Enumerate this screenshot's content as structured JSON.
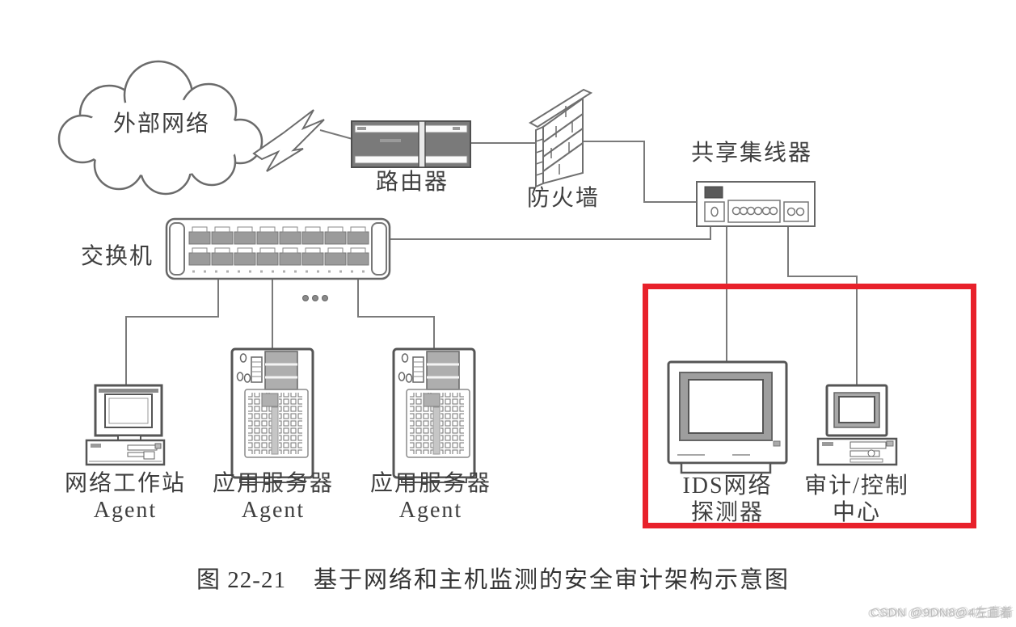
{
  "figure": {
    "caption_label": "图 22-21",
    "caption_text": "基于网络和主机监测的安全审计架构示意图"
  },
  "nodes": {
    "external_network": {
      "label": "外部网络"
    },
    "router": {
      "label": "路由器"
    },
    "firewall": {
      "label": "防火墙"
    },
    "shared_hub": {
      "label": "共享集线器"
    },
    "switch": {
      "label": "交换机"
    },
    "workstation": {
      "line1": "网络工作站",
      "line2": "Agent"
    },
    "app_server_1": {
      "line1": "应用服务器",
      "line2": "Agent"
    },
    "app_server_2": {
      "line1": "应用服务器",
      "line2": "Agent"
    },
    "ids_sensor": {
      "line1": "IDS网络",
      "line2": "探测器"
    },
    "audit_center": {
      "line1": "审计/控制",
      "line2": "中心"
    }
  },
  "connections": [
    {
      "from": "外部网络",
      "to": "路由器"
    },
    {
      "from": "路由器",
      "to": "防火墙"
    },
    {
      "from": "防火墙",
      "to": "共享集线器"
    },
    {
      "from": "交换机",
      "to": "共享集线器"
    },
    {
      "from": "共享集线器",
      "to": "IDS网络探测器"
    },
    {
      "from": "共享集线器",
      "to": "审计/控制中心"
    },
    {
      "from": "交换机",
      "to": "网络工作站 Agent"
    },
    {
      "from": "交换机",
      "to": "应用服务器 Agent (1)"
    },
    {
      "from": "交换机",
      "to": "应用服务器 Agent (2)"
    }
  ],
  "highlight": {
    "color": "#e8212b",
    "meaning": "IDS探测器与审计/控制中心区域"
  },
  "watermark": {
    "text": "CSDN @9DN8@4左直着"
  },
  "colors": {
    "ink": "#5f5f5f",
    "device_dark": "#7a7a7a",
    "paper": "#ffffff"
  }
}
